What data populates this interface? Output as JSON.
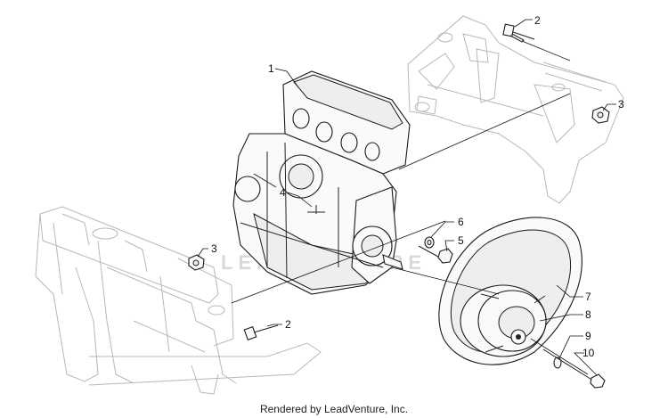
{
  "callouts": [
    "1",
    "2",
    "3",
    "4",
    "5",
    "6",
    "7",
    "8",
    "9",
    "10",
    "2",
    "3"
  ],
  "watermark": "LEADVENTURE",
  "footer": "Rendered by LeadVenture, Inc."
}
